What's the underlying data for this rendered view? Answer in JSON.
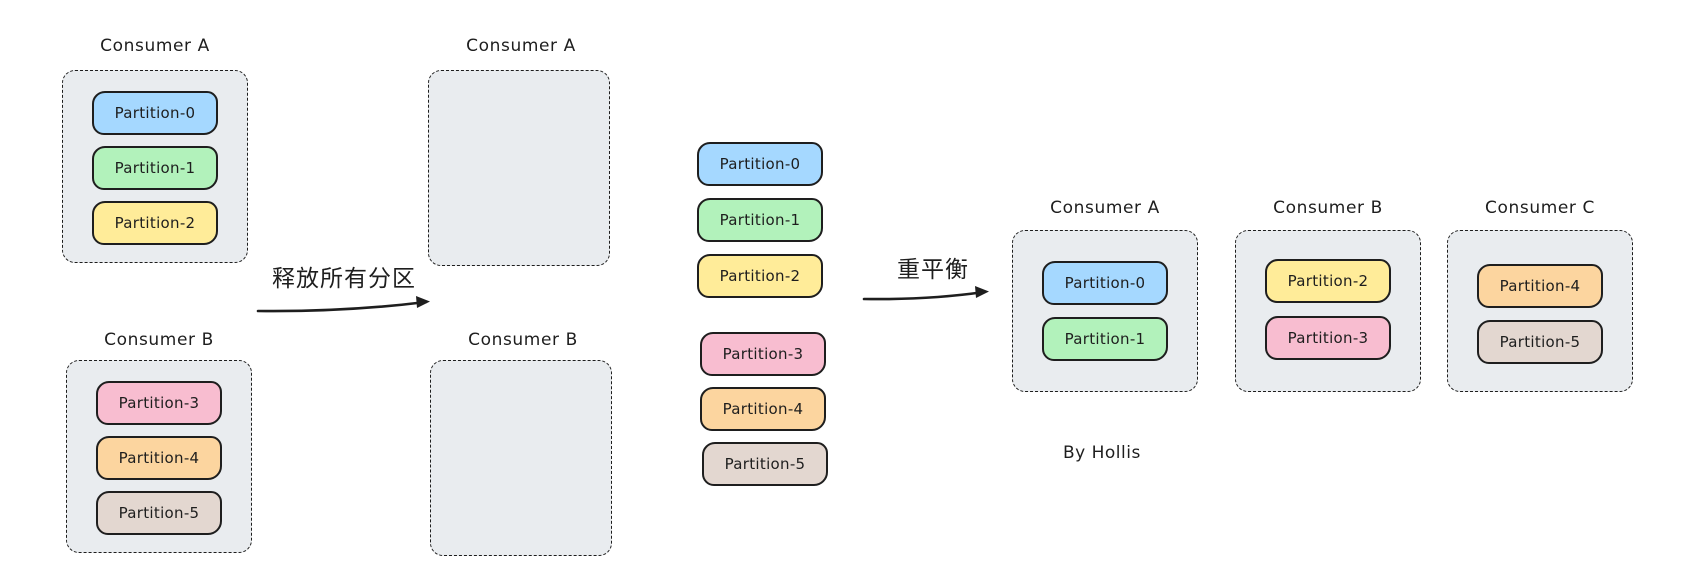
{
  "canvas": {
    "background": "#ffffff",
    "ink_color": "#1e1e1e",
    "consumer_box_fill": "#e9ecef"
  },
  "palette": {
    "partition_0_blue": "#a5d8ff",
    "partition_1_green": "#b2f2bb",
    "partition_2_yellow": "#ffec99",
    "partition_3_pink": "#f8bdd0",
    "partition_4_orange": "#fcd59f",
    "partition_5_tan": "#e3d7d0"
  },
  "stage_before": {
    "consumers": [
      {
        "title": "Consumer A",
        "partitions": [
          {
            "label": "Partition-0",
            "color": "#a5d8ff"
          },
          {
            "label": "Partition-1",
            "color": "#b2f2bb"
          },
          {
            "label": "Partition-2",
            "color": "#ffec99"
          }
        ]
      },
      {
        "title": "Consumer B",
        "partitions": [
          {
            "label": "Partition-3",
            "color": "#f8bdd0"
          },
          {
            "label": "Partition-4",
            "color": "#fcd59f"
          },
          {
            "label": "Partition-5",
            "color": "#e3d7d0"
          }
        ]
      }
    ]
  },
  "arrow_release": {
    "label": "释放所有分区"
  },
  "stage_released": {
    "consumers": [
      {
        "title": "Consumer A"
      },
      {
        "title": "Consumer B"
      }
    ],
    "free_partitions": [
      {
        "label": "Partition-0",
        "color": "#a5d8ff"
      },
      {
        "label": "Partition-1",
        "color": "#b2f2bb"
      },
      {
        "label": "Partition-2",
        "color": "#ffec99"
      },
      {
        "label": "Partition-3",
        "color": "#f8bdd0"
      },
      {
        "label": "Partition-4",
        "color": "#fcd59f"
      },
      {
        "label": "Partition-5",
        "color": "#e3d7d0"
      }
    ]
  },
  "arrow_rebalance": {
    "label": "重平衡"
  },
  "stage_after": {
    "consumers": [
      {
        "title": "Consumer A",
        "partitions": [
          {
            "label": "Partition-0",
            "color": "#a5d8ff"
          },
          {
            "label": "Partition-1",
            "color": "#b2f2bb"
          }
        ]
      },
      {
        "title": "Consumer B",
        "partitions": [
          {
            "label": "Partition-2",
            "color": "#ffec99"
          },
          {
            "label": "Partition-3",
            "color": "#f8bdd0"
          }
        ]
      },
      {
        "title": "Consumer C",
        "partitions": [
          {
            "label": "Partition-4",
            "color": "#fcd59f"
          },
          {
            "label": "Partition-5",
            "color": "#e3d7d0"
          }
        ]
      }
    ]
  },
  "signature": "By Hollis"
}
